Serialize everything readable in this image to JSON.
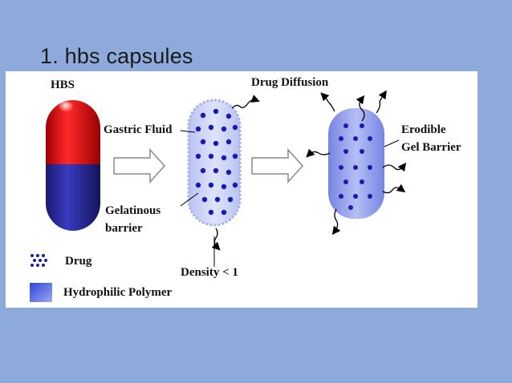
{
  "slide": {
    "title": "1. hbs capsules"
  },
  "diagram": {
    "labels": {
      "hbs": "HBS",
      "drug_diffusion": "Drug Diffusion",
      "gastric_fluid": "Gastric Fluid",
      "erodible_line1": "Erodible",
      "erodible_line2": "Gel Barrier",
      "gelatinous_line1": "Gelatinous",
      "gelatinous_line2": "barrier",
      "density": "Density < 1"
    },
    "legend": [
      {
        "label": "Drug",
        "icon": "drug-dots-icon"
      },
      {
        "label": "Hydrophilic Polymer",
        "icon": "polymer-square-icon"
      }
    ],
    "colors": {
      "capsule_top": "#e01010",
      "capsule_bottom": "#2a2aa8",
      "polymer": "#6f7fe0",
      "drug_dot": "#1a1ab0",
      "arrow_outline": "#9a9a9a"
    }
  }
}
